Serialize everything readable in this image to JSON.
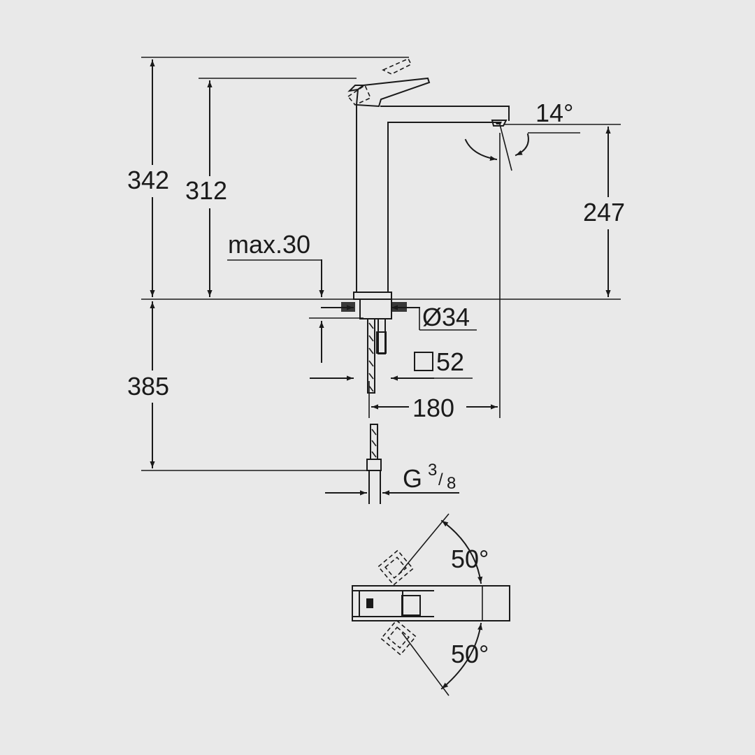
{
  "dimensions": {
    "total_height": "342",
    "lever_height": "312",
    "spout_height": "247",
    "deck_thickness": "max.30",
    "spout_angle": "14°",
    "base_diameter": "Ø34",
    "hole_square": "52",
    "spout_reach": "180",
    "hose_length": "385",
    "thread": "G",
    "thread_num": "3",
    "thread_den": "8",
    "rotation_top": "50°",
    "rotation_bottom": "50°"
  },
  "icons": {
    "square_symbol": "square-icon"
  },
  "colors": {
    "background": "#e9e9e9",
    "line": "#1a1a1a"
  }
}
